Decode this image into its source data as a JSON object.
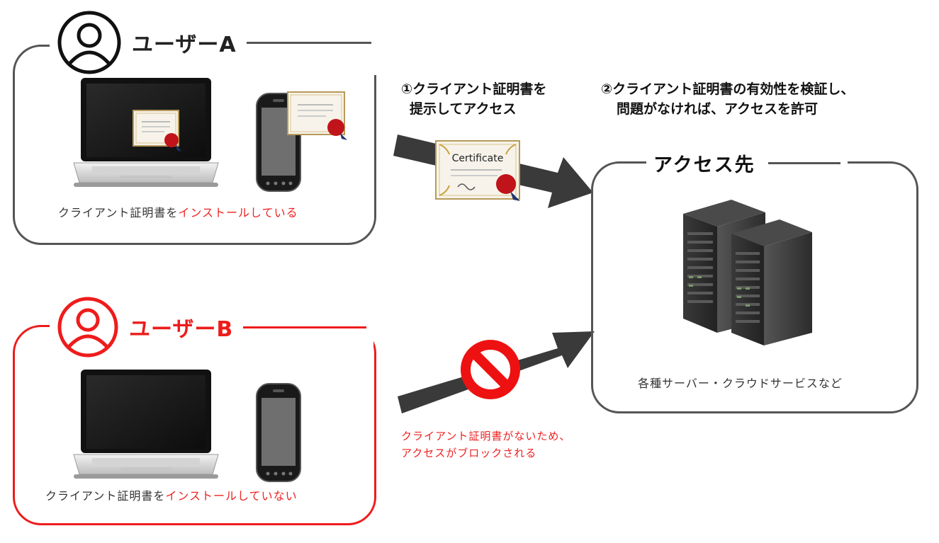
{
  "user_a": {
    "title": "ユーザーA",
    "caption_prefix": "クライアント証明書を",
    "caption_highlight": "インストールしている"
  },
  "user_b": {
    "title": "ユーザーB",
    "caption_prefix": "クライアント証明書を",
    "caption_highlight": "インストールしていない"
  },
  "steps": {
    "step1_line1": "①クライアント証明書を",
    "step1_line2": "提示してアクセス",
    "step2_line1": "②クライアント証明書の有効性を検証し、",
    "step2_line2": "問題がなければ、アクセスを許可"
  },
  "certificate": {
    "label": "Certificate"
  },
  "blocked": {
    "line1": "クライアント証明書がないため、",
    "line2": "アクセスがブロックされる"
  },
  "destination": {
    "title": "アクセス先",
    "caption": "各種サーバー・クラウドサービスなど"
  },
  "colors": {
    "box_gray": "#555555",
    "accent_red": "#ee1c1c",
    "arrow": "#3a3a3a"
  },
  "icons": {
    "user_a": "user-circle-icon",
    "user_b": "user-circle-icon",
    "device_laptop": "laptop-icon",
    "device_phone": "smartphone-icon",
    "cert": "certificate-icon",
    "blocked": "no-entry-icon",
    "server": "server-rack-icon"
  }
}
